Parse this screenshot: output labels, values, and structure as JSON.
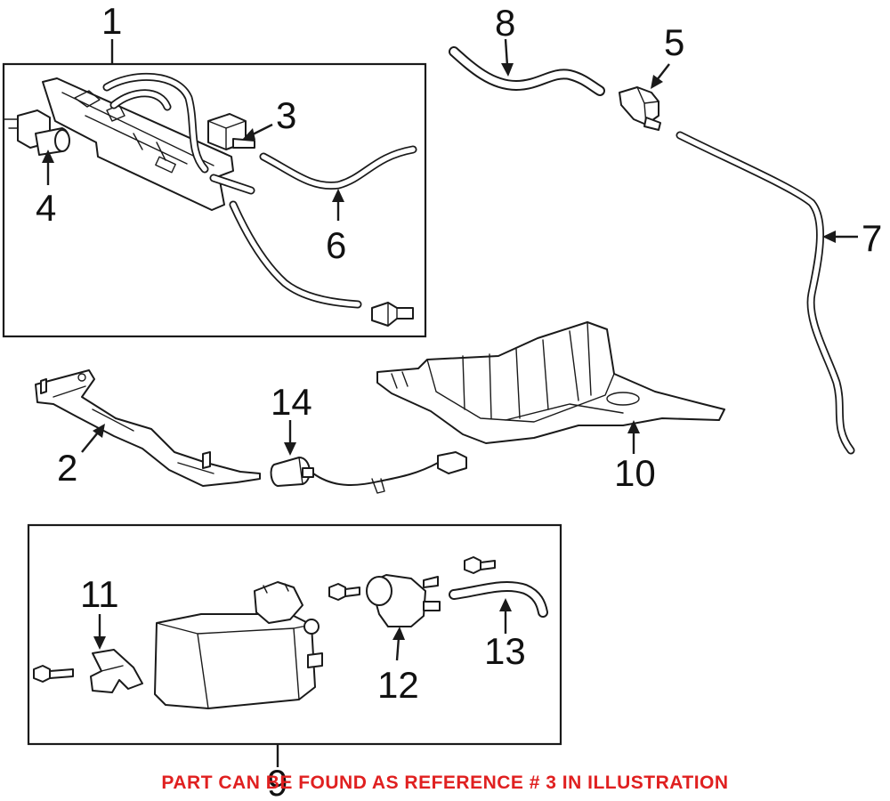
{
  "diagram": {
    "callouts": [
      {
        "id": "1",
        "label": "1"
      },
      {
        "id": "2",
        "label": "2"
      },
      {
        "id": "3",
        "label": "3"
      },
      {
        "id": "4",
        "label": "4"
      },
      {
        "id": "5",
        "label": "5"
      },
      {
        "id": "6",
        "label": "6"
      },
      {
        "id": "7",
        "label": "7"
      },
      {
        "id": "8",
        "label": "8"
      },
      {
        "id": "9",
        "label": "9"
      },
      {
        "id": "10",
        "label": "10"
      },
      {
        "id": "11",
        "label": "11"
      },
      {
        "id": "12",
        "label": "12"
      },
      {
        "id": "13",
        "label": "13"
      },
      {
        "id": "14",
        "label": "14"
      }
    ]
  },
  "notice": {
    "text": "PART CAN BE FOUND AS REFERENCE # 3 IN ILLUSTRATION",
    "color": "#e02020"
  },
  "colors": {
    "line": "#1a1a1a",
    "background": "#ffffff"
  }
}
